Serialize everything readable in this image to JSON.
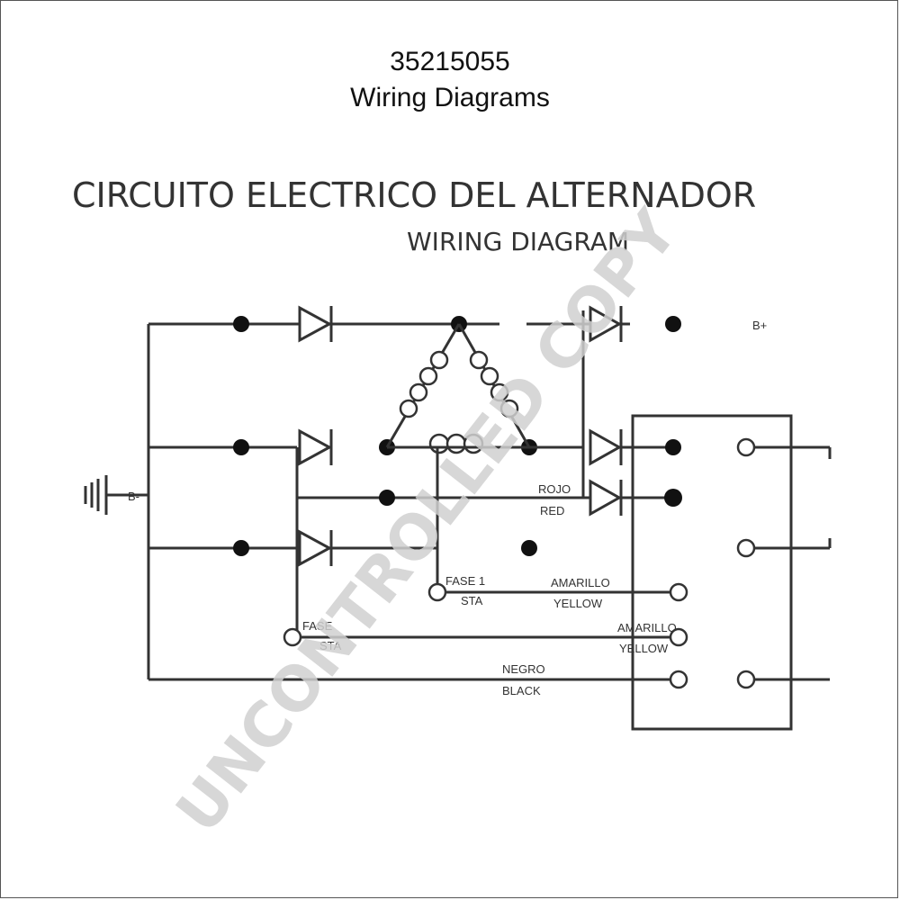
{
  "header": {
    "part_number": "35215055",
    "subtitle": "Wiring Diagrams"
  },
  "diagram": {
    "title_es": "CIRCUITO ELECTRICO DEL ALTERNADOR",
    "title_en": "WIRING DIAGRAM",
    "labels": {
      "b_plus": "B+",
      "rojo": "ROJO",
      "red": "RED",
      "fase1": "FASE 1",
      "sta": "STA",
      "amarillo_1": "AMARILLO",
      "yellow_1": "YELLOW",
      "fase2": "FASE",
      "sta2": "STA",
      "amarillo_2": "AMARILLO",
      "yellow_2": "YELLOW",
      "negro": "NEGRO",
      "black": "BLACK",
      "ground": "B-"
    },
    "watermark": "UNCONTROLLED COPY"
  }
}
